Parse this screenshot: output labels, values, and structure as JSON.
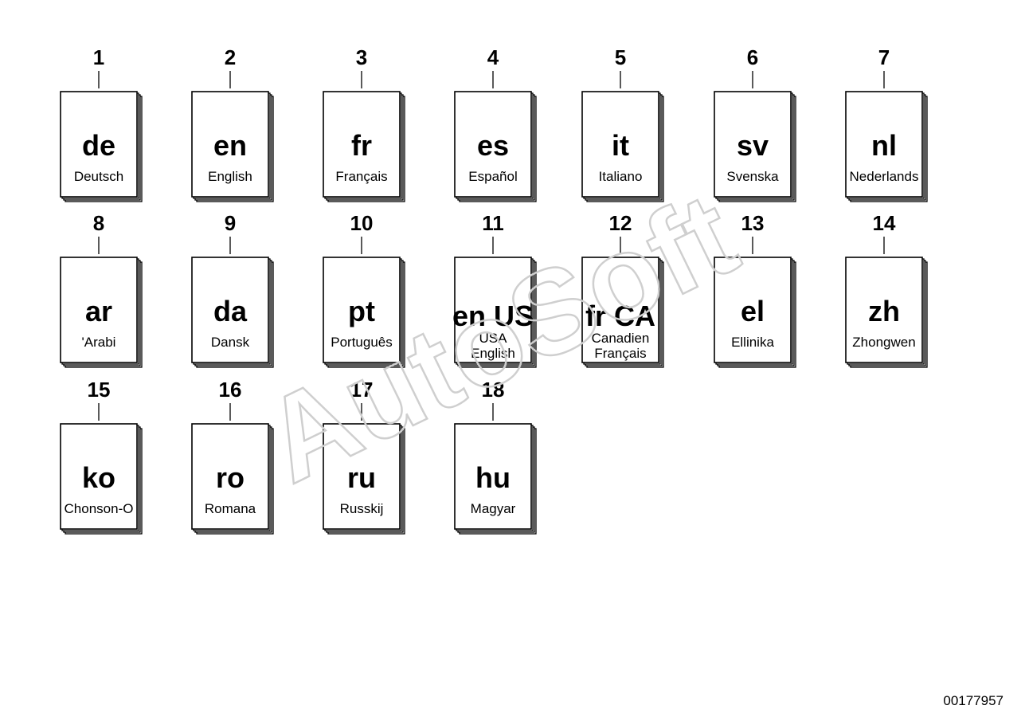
{
  "watermark": "AutoSoft",
  "part_number": "00177957",
  "manuals": [
    {
      "number": "1",
      "code": "de",
      "names": [
        "Deutsch"
      ]
    },
    {
      "number": "2",
      "code": "en",
      "names": [
        "English"
      ]
    },
    {
      "number": "3",
      "code": "fr",
      "names": [
        "Français"
      ]
    },
    {
      "number": "4",
      "code": "es",
      "names": [
        "Español"
      ]
    },
    {
      "number": "5",
      "code": "it",
      "names": [
        "Italiano"
      ]
    },
    {
      "number": "6",
      "code": "sv",
      "names": [
        "Svenska"
      ]
    },
    {
      "number": "7",
      "code": "nl",
      "names": [
        "Nederlands"
      ]
    },
    {
      "number": "8",
      "code": "ar",
      "names": [
        "'Arabi"
      ]
    },
    {
      "number": "9",
      "code": "da",
      "names": [
        "Dansk"
      ]
    },
    {
      "number": "10",
      "code": "pt",
      "names": [
        "Português"
      ]
    },
    {
      "number": "11",
      "code": "en US",
      "names": [
        "USA",
        "English"
      ]
    },
    {
      "number": "12",
      "code": "fr CA",
      "names": [
        "Canadien",
        "Français"
      ]
    },
    {
      "number": "13",
      "code": "el",
      "names": [
        "Ellinika"
      ]
    },
    {
      "number": "14",
      "code": "zh",
      "names": [
        "Zhongwen"
      ]
    },
    {
      "number": "15",
      "code": "ko",
      "names": [
        "Chonson-O"
      ]
    },
    {
      "number": "16",
      "code": "ro",
      "names": [
        "Romana"
      ]
    },
    {
      "number": "17",
      "code": "ru",
      "names": [
        "Russkij"
      ]
    },
    {
      "number": "18",
      "code": "hu",
      "names": [
        "Magyar"
      ]
    }
  ]
}
